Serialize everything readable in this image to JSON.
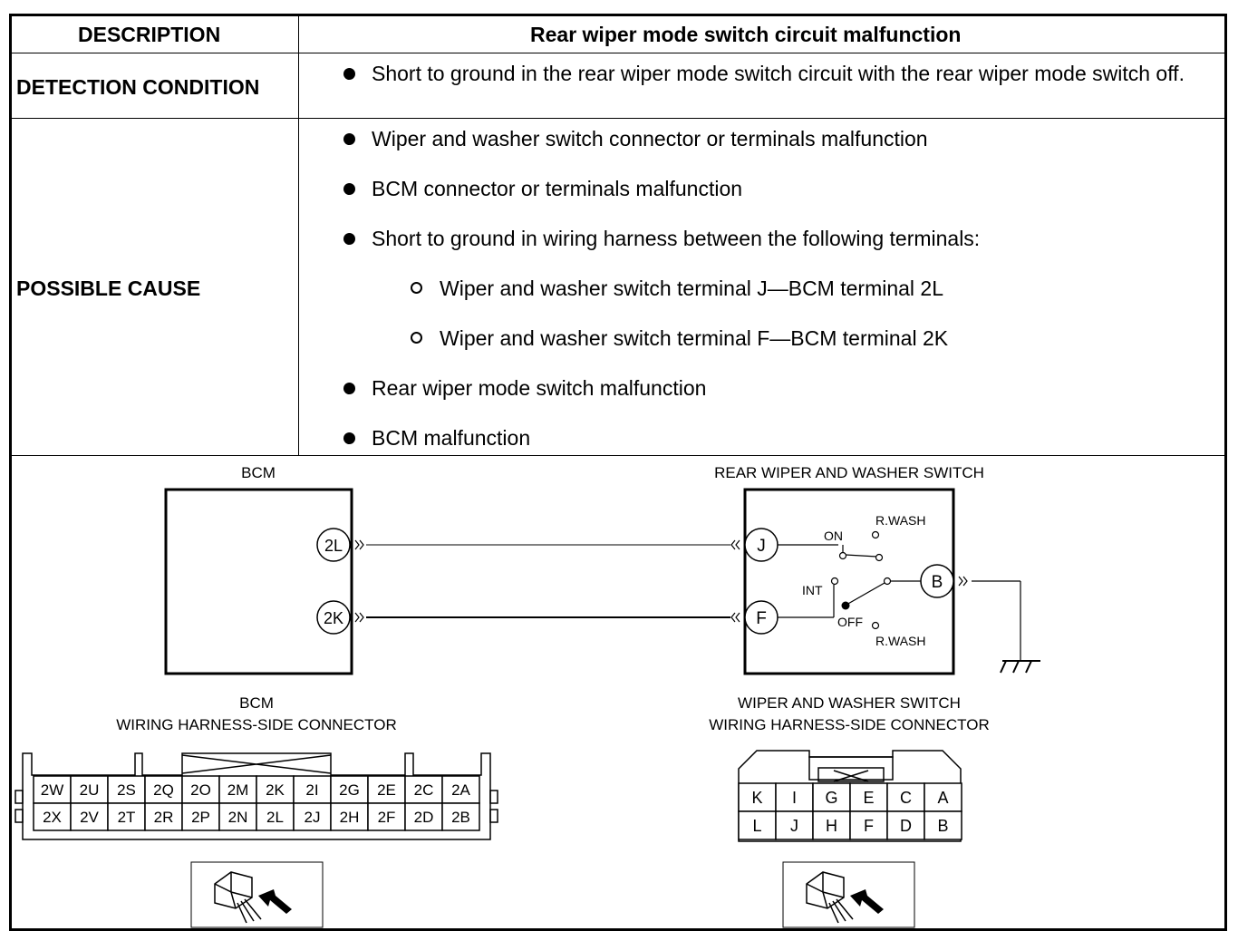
{
  "table": {
    "header": {
      "col1": "DESCRIPTION",
      "col2": "Rear wiper mode switch circuit malfunction"
    },
    "detection": {
      "label": "DETECTION CONDITION",
      "items": [
        "Short to ground in the rear wiper mode switch circuit with the rear wiper mode switch off."
      ]
    },
    "cause": {
      "label": "POSSIBLE CAUSE",
      "items": [
        "Wiper and washer switch connector or terminals malfunction",
        "BCM connector or terminals malfunction",
        "Short to ground in wiring harness between the following terminals:",
        "Wiper and washer switch terminal J—BCM terminal 2L",
        "Wiper and washer switch terminal F—BCM terminal 2K",
        "Rear wiper mode switch malfunction",
        "BCM malfunction"
      ]
    }
  },
  "diagram": {
    "bcm_label": "BCM",
    "switch_label": "REAR WIPER AND WASHER SWITCH",
    "bcm_terminals": [
      "2L",
      "2K"
    ],
    "switch_terminals": [
      "J",
      "F",
      "B"
    ],
    "switch_positions": {
      "on": "ON",
      "int": "INT",
      "off": "OFF",
      "rwash_top": "R.WASH",
      "rwash_bottom": "R.WASH"
    },
    "bcm_connector_title": [
      "BCM",
      "WIRING HARNESS-SIDE CONNECTOR"
    ],
    "switch_connector_title": [
      "WIPER AND WASHER SWITCH",
      "WIRING HARNESS-SIDE CONNECTOR"
    ],
    "bcm_connector_rows": [
      [
        "2W",
        "2U",
        "2S",
        "2Q",
        "2O",
        "2M",
        "2K",
        "2I",
        "2G",
        "2E",
        "2C",
        "2A"
      ],
      [
        "2X",
        "2V",
        "2T",
        "2R",
        "2P",
        "2N",
        "2L",
        "2J",
        "2H",
        "2F",
        "2D",
        "2B"
      ]
    ],
    "switch_connector_rows": [
      [
        "K",
        "I",
        "G",
        "E",
        "C",
        "A"
      ],
      [
        "L",
        "J",
        "H",
        "F",
        "D",
        "B"
      ]
    ],
    "icons": [
      "connector-probe-icon",
      "ground-icon"
    ]
  }
}
